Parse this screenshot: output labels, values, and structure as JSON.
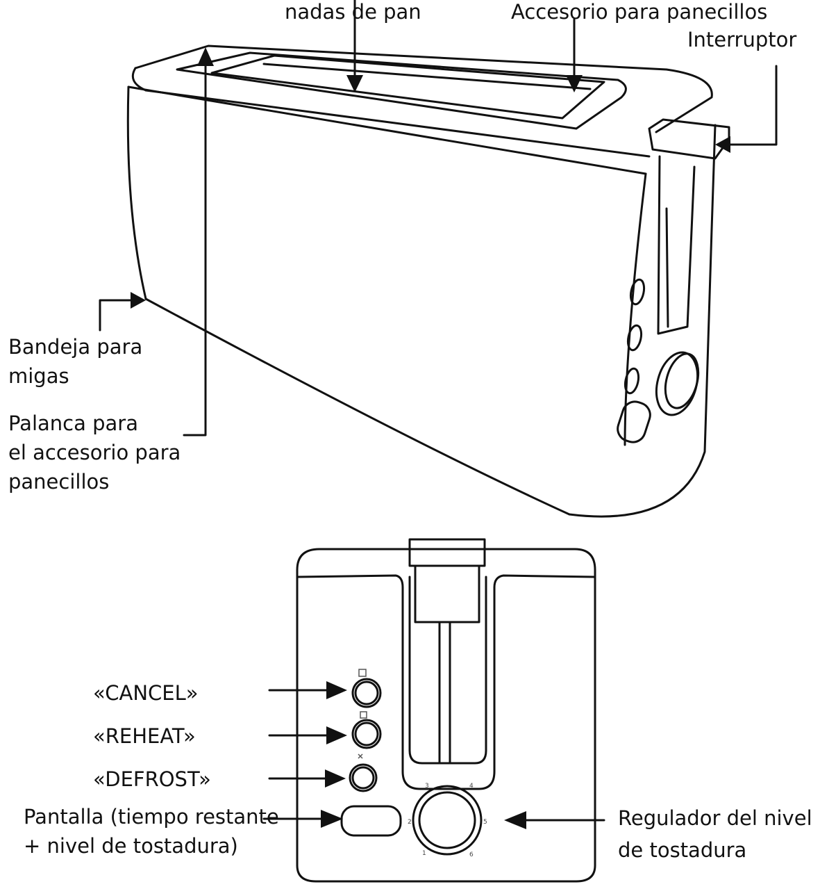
{
  "labels": {
    "bread_slots": "nadas de pan",
    "bun_attachment": "Accesorio para panecillos",
    "power_switch": "Interruptor",
    "crumb_tray": [
      "Bandeja para",
      "migas"
    ],
    "bun_lever": [
      "Palanca para",
      "el accesorio para",
      "panecillos"
    ],
    "cancel": "«CANCEL»",
    "reheat": "«REHEAT»",
    "defrost": "«DEFROST»",
    "display": [
      "Pantalla (tiempo restante",
      "+ nivel de tostadura)"
    ],
    "browning_dial": [
      "Regulador del nivel",
      "de tostadura"
    ]
  },
  "dial_ticks": [
    "1",
    "2",
    "3",
    "4",
    "5",
    "6"
  ],
  "colors": {
    "line": "#111111",
    "background": "#ffffff"
  }
}
